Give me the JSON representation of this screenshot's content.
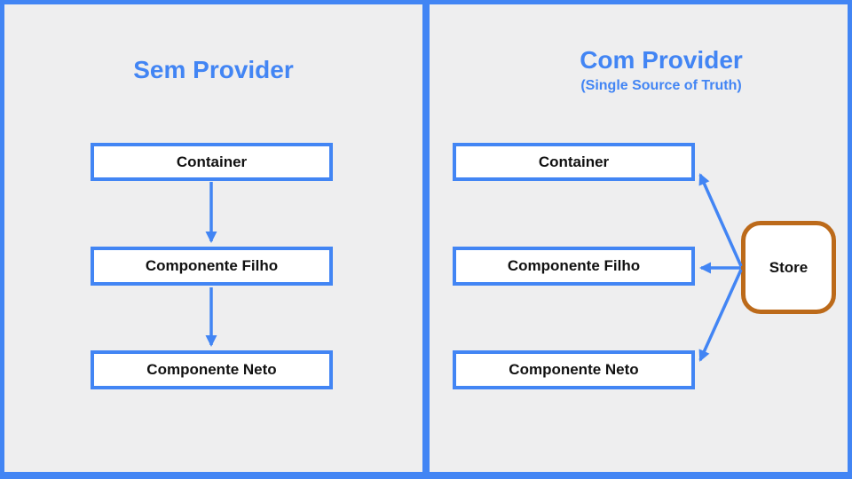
{
  "colors": {
    "accent_blue": "#4285F4",
    "panel_background": "#EEEEEF",
    "node_background": "#FFFFFF",
    "node_text": "#111111",
    "store_border_orange": "#BC6A1A"
  },
  "left_panel": {
    "title": "Sem Provider",
    "boxes": [
      {
        "label": "Container"
      },
      {
        "label": "Componente Filho"
      },
      {
        "label": "Componente Neto"
      }
    ],
    "arrows": [
      {
        "from": "Container",
        "to": "Componente Filho"
      },
      {
        "from": "Componente Filho",
        "to": "Componente Neto"
      }
    ]
  },
  "right_panel": {
    "title": "Com Provider",
    "subtitle": "(Single Source of Truth)",
    "boxes": [
      {
        "label": "Container"
      },
      {
        "label": "Componente Filho"
      },
      {
        "label": "Componente Neto"
      }
    ],
    "store": {
      "label": "Store"
    },
    "arrows": [
      {
        "from": "Store",
        "to": "Container"
      },
      {
        "from": "Store",
        "to": "Componente Filho"
      },
      {
        "from": "Store",
        "to": "Componente Neto"
      }
    ]
  }
}
